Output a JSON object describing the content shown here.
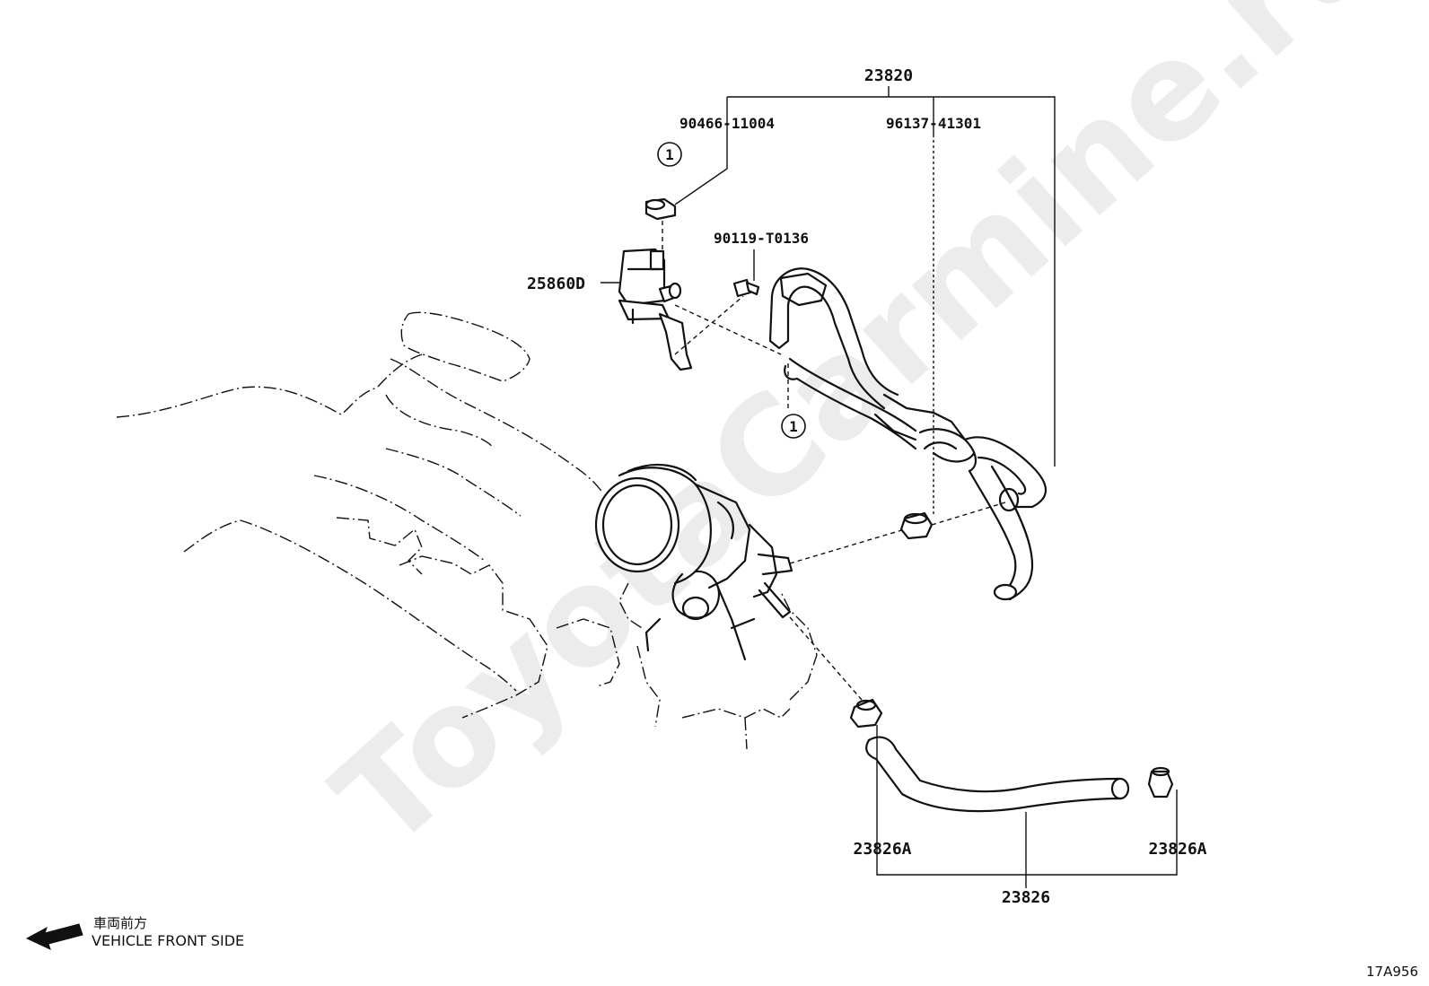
{
  "watermark": "ToyotaCarmine.ru",
  "part_numbers": {
    "assembly_top": "23820",
    "clip_a": "90466-11004",
    "clamp_b": "96137-41301",
    "bolt": "90119-T0136",
    "vsv": "25860D",
    "hose_clamp_left": "23826A",
    "hose_clamp_right": "23826A",
    "hose_bottom": "23826"
  },
  "callouts": {
    "ref_top": "1",
    "ref_mid": "1"
  },
  "legend": {
    "jp_label": "車両前方",
    "en_label": "VEHICLE FRONT SIDE",
    "arrow_icon": "front-arrow-icon"
  },
  "figure_code": "17A956"
}
